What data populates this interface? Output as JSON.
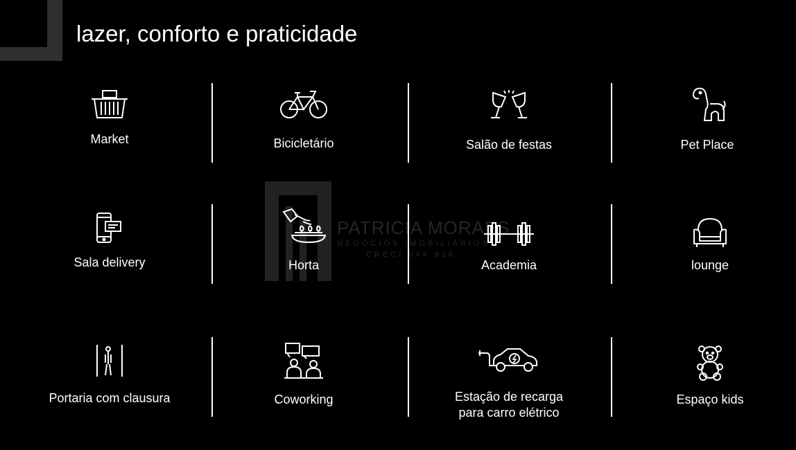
{
  "title": "lazer, conforto e praticidade",
  "watermark": {
    "name": "PATRICIA MORAES",
    "subtitle": "NEGÓCIOS IMOBILIÁRIOS",
    "creci": "CRECI 044 836"
  },
  "colors": {
    "background": "#000000",
    "text": "#ffffff",
    "accent_gray": "#2f2f2f"
  },
  "amenities": [
    {
      "label": "Market",
      "icon": "shopping-basket-icon"
    },
    {
      "label": "Bicicletário",
      "icon": "bicycle-icon"
    },
    {
      "label": "Salão de festas",
      "icon": "toast-glasses-icon"
    },
    {
      "label": "Pet Place",
      "icon": "dog-icon"
    },
    {
      "label": "Sala delivery",
      "icon": "phone-message-icon"
    },
    {
      "label": "Horta",
      "icon": "watering-can-icon"
    },
    {
      "label": "Academia",
      "icon": "dumbbell-icon"
    },
    {
      "label": "lounge",
      "icon": "armchair-icon"
    },
    {
      "label": "Portaria com clausura",
      "icon": "gate-person-icon"
    },
    {
      "label": "Coworking",
      "icon": "coworking-people-icon"
    },
    {
      "label": "Estação de recarga\npara carro elétrico",
      "icon": "electric-car-icon"
    },
    {
      "label": "Espaço kids",
      "icon": "teddy-bear-icon"
    }
  ]
}
